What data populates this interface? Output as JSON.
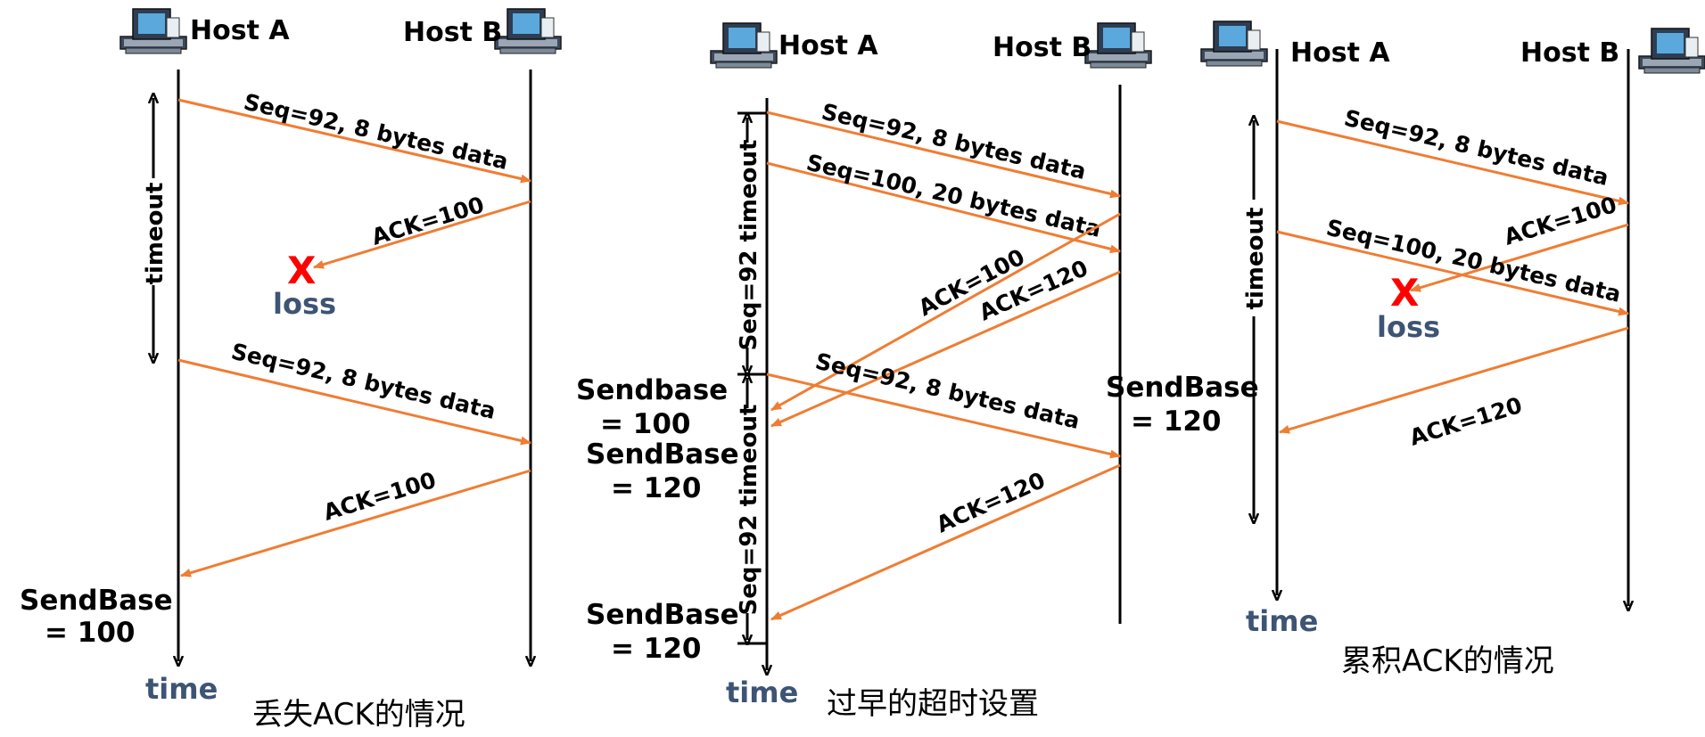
{
  "colors": {
    "arrow": "#ef7d33",
    "loss_x": "#ff0000",
    "time_text": "#3d5474"
  },
  "diagrams": [
    {
      "host_a": "Host A",
      "host_b": "Host B",
      "timeout": "timeout",
      "messages": [
        "Seq=92, 8 bytes data",
        "ACK=100",
        "Seq=92, 8 bytes data",
        "ACK=100"
      ],
      "loss_x": "X",
      "loss": "loss",
      "sendbase_1": "SendBase",
      "sendbase_1_val": "= 100",
      "time": "time",
      "caption": "丢失ACK的情况"
    },
    {
      "host_a": "Host A",
      "host_b": "Host B",
      "timeout_1": "Seq=92 timeout",
      "timeout_2": "Seq=92 timeout",
      "messages": [
        "Seq=92, 8 bytes data",
        "Seq=100, 20 bytes data",
        "ACK=100",
        "ACK=120",
        "Seq=92, 8 bytes data",
        "ACK=120"
      ],
      "sendbase_1": "Sendbase",
      "sendbase_1_val": "= 100",
      "sendbase_2": "SendBase",
      "sendbase_2_val": "= 120",
      "sendbase_3": "SendBase",
      "sendbase_3_val": "= 120",
      "sendbase_b": "SendBase",
      "sendbase_b_val": "= 120",
      "time": "time",
      "caption": "过早的超时设置"
    },
    {
      "host_a": "Host A",
      "host_b": "Host B",
      "timeout": "timeout",
      "messages": [
        "Seq=92, 8 bytes data",
        "ACK=100",
        "Seq=100, 20 bytes data",
        "ACK=120"
      ],
      "loss_x": "X",
      "loss": "loss",
      "time": "time",
      "caption": "累积ACK的情况"
    }
  ]
}
